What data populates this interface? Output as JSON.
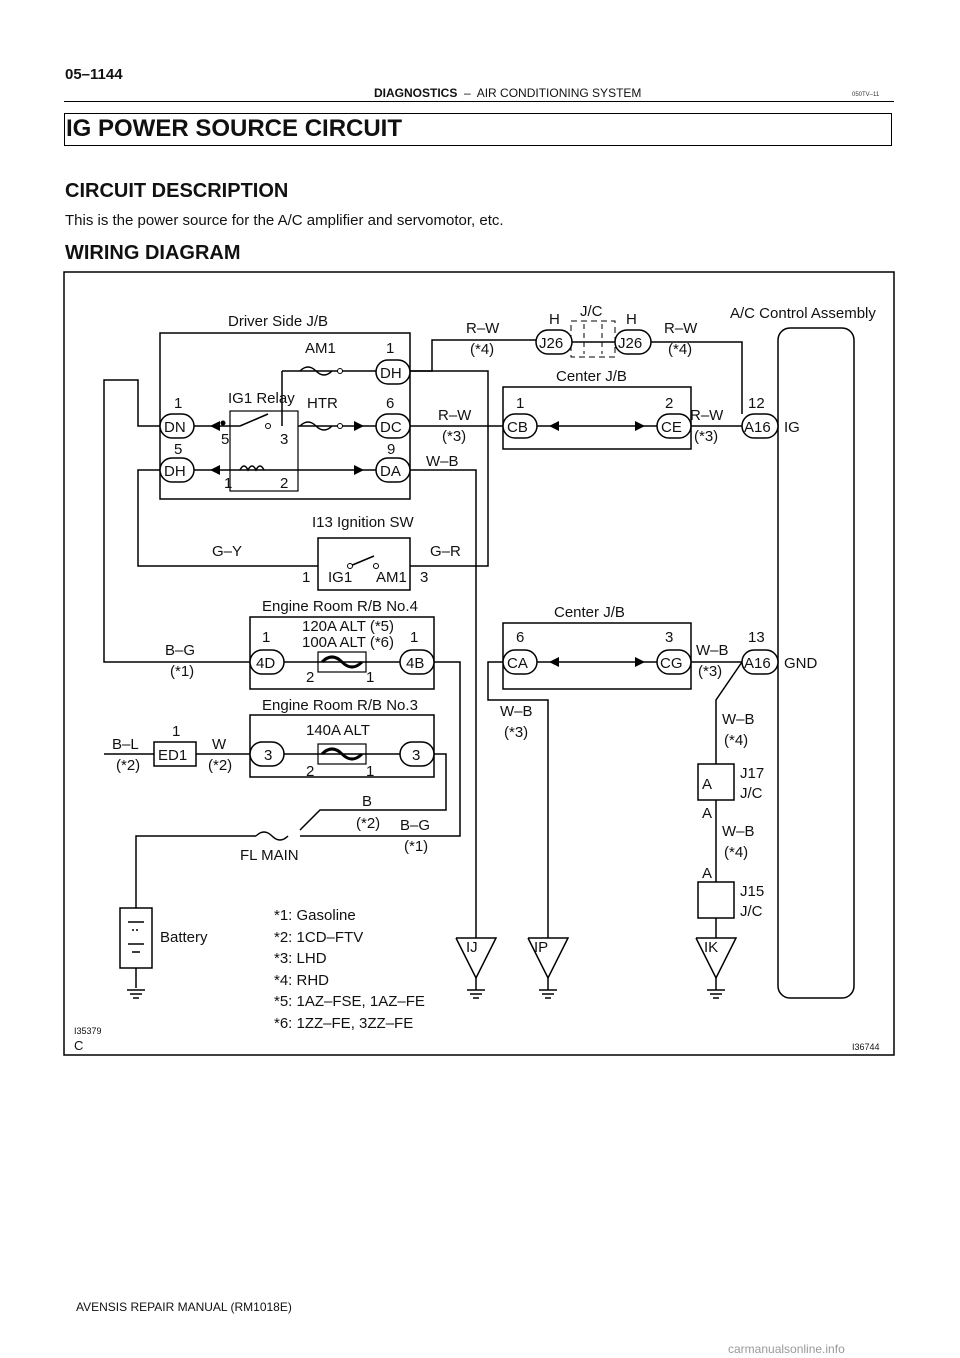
{
  "page_number": "05–1144",
  "header": {
    "section": "DIAGNOSTICS",
    "separator": "–",
    "subsection": "AIR CONDITIONING SYSTEM",
    "code": "050TV–11"
  },
  "title": "IG POWER SOURCE CIRCUIT",
  "circuit_description": {
    "heading": "CIRCUIT DESCRIPTION",
    "text": "This is the power source for the A/C amplifier and servomotor, etc."
  },
  "wiring_diagram": {
    "heading": "WIRING DIAGRAM",
    "ref_left": "I35379",
    "ref_left_letter": "C",
    "ref_right": "I36744",
    "labels": {
      "driver_jb": "Driver Side J/B",
      "am1": "AM1",
      "am1_num": "1",
      "ig1_relay": "IG1 Relay",
      "htr": "HTR",
      "htr_num": "6",
      "dn_pin": "1",
      "dh_pin": "5",
      "relay5": "5",
      "relay3": "3",
      "relay1": "1",
      "relay2": "2",
      "da_pin": "9",
      "conn_dh_top": "DH",
      "conn_dn": "DN",
      "conn_dh_bot": "DH",
      "conn_dc": "DC",
      "conn_da": "DA",
      "rw_top": "R–W",
      "rw_top_note": "(*4)",
      "rw_mid": "R–W",
      "rw_mid_note": "(*3)",
      "wb_da": "W–B",
      "jc_top": "J/C",
      "h_left": "H",
      "h_right": "H",
      "j26_left": "J26",
      "j26_right": "J26",
      "rw_right": "R–W",
      "rw_right_note": "(*4)",
      "center_jb_top": "Center J/B",
      "cb_pin": "1",
      "ce_pin": "2",
      "conn_cb": "CB",
      "conn_ce": "CE",
      "rw_right_mid": "R–W",
      "rw_right_mid_note": "(*3)",
      "ac_assembly": "A/C Control Assembly",
      "a16_top_pin": "12",
      "a16_top": "A16",
      "ig": "IG",
      "ign_sw": "I13 Ignition SW",
      "gy": "G–Y",
      "gr": "G–R",
      "ign1": "1",
      "ign_ig1": "IG1",
      "ign_am1": "AM1",
      "ign3": "3",
      "er4": "Engine Room R/B No.4",
      "alt120": "120A ALT (*5)",
      "alt100": "100A ALT (*6)",
      "er4_pin_l": "1",
      "er4_pin_r": "1",
      "er4_conn_l": "4D",
      "er4_conn_r": "4B",
      "er4_fuse2": "2",
      "er4_fuse1": "1",
      "bg_left": "B–G",
      "bg_left_note": "(*1)",
      "center_jb_bot": "Center J/B",
      "ca_pin": "6",
      "cg_pin": "3",
      "conn_ca": "CA",
      "conn_cg": "CG",
      "wb_cg": "W–B",
      "wb_cg_note": "(*3)",
      "a16_bot_pin": "13",
      "a16_bot": "A16",
      "gnd": "GND",
      "er3": "Engine Room R/B No.3",
      "alt140": "140A ALT",
      "er3_conn_l": "3",
      "er3_conn_r": "3",
      "er3_fuse2": "2",
      "er3_fuse1": "1",
      "bl": "B–L",
      "bl_note": "(*2)",
      "ed1_pin": "1",
      "ed1": "ED1",
      "w": "W",
      "w_note": "(*2)",
      "wb_ip": "W–B",
      "wb_ip_note": "(*3)",
      "wb_j17": "W–B",
      "wb_j17_note": "(*4)",
      "a1": "A",
      "j17": "J17",
      "jc1": "J/C",
      "a2": "A",
      "wb_j15": "W–B",
      "wb_j15_note": "(*4)",
      "a3": "A",
      "j15": "J15",
      "jc2": "J/C",
      "b": "B",
      "b_note": "(*2)",
      "bg_right": "B–G",
      "bg_right_note": "(*1)",
      "fl_main": "FL MAIN",
      "battery": "Battery",
      "ij": "IJ",
      "ip": "IP",
      "ik": "IK"
    },
    "notes": [
      "*1: Gasoline",
      "*2: 1CD–FTV",
      "*3: LHD",
      "*4: RHD",
      "*5: 1AZ–FSE, 1AZ–FE",
      "*6: 1ZZ–FE, 3ZZ–FE"
    ]
  },
  "footer": "AVENSIS REPAIR MANUAL   (RM1018E)",
  "watermark": "carmanualsonline.info"
}
